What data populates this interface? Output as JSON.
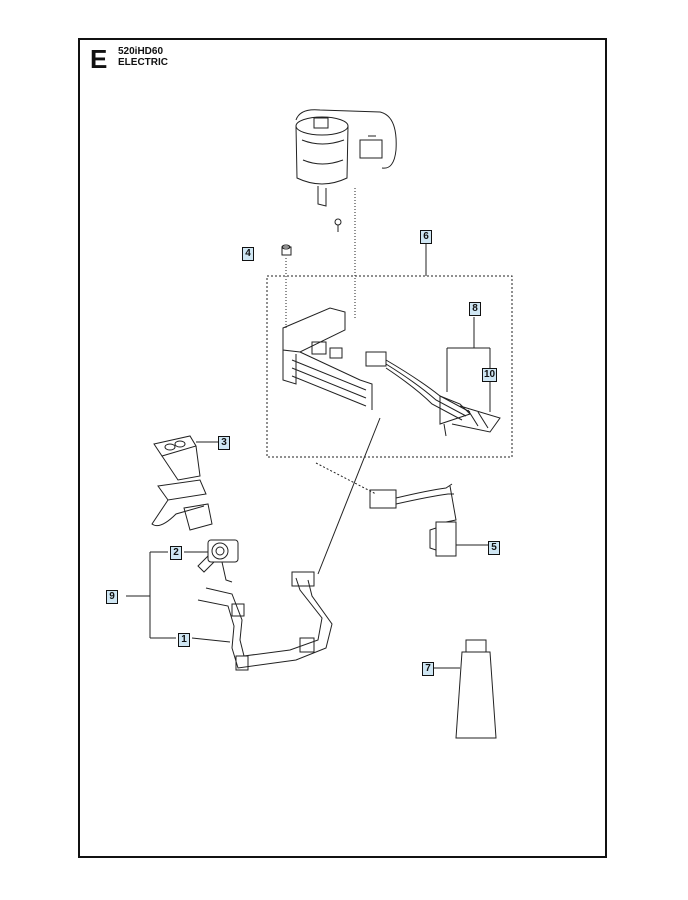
{
  "header": {
    "section_letter": "E",
    "model": "520iHD60",
    "subtitle": "ELECTRIC"
  },
  "callouts": [
    "1",
    "2",
    "3",
    "4",
    "5",
    "6",
    "7",
    "8",
    "9",
    "10"
  ],
  "colors": {
    "callout_fill": "#cfe6f3",
    "line": "#111111"
  }
}
